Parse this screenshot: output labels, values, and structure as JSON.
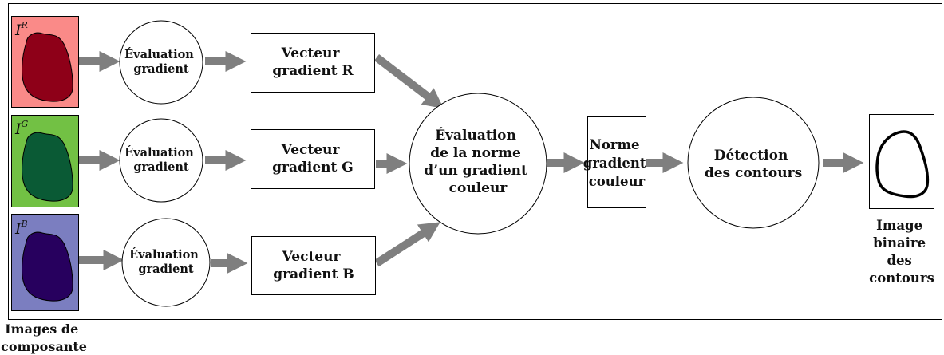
{
  "components": [
    {
      "symbol": "I",
      "superscript": "R",
      "bg_color": "#fa8a88",
      "shape_color": "#8e0018",
      "gradient_node": [
        "Évaluation",
        "gradient"
      ],
      "vector_box": [
        "Vecteur",
        "gradient R"
      ]
    },
    {
      "symbol": "I",
      "superscript": "G",
      "bg_color": "#72c144",
      "shape_color": "#0a5a35",
      "gradient_node": [
        "Évaluation",
        "gradient"
      ],
      "vector_box": [
        "Vecteur",
        "gradient G"
      ]
    },
    {
      "symbol": "I",
      "superscript": "B",
      "bg_color": "#7b7ec0",
      "shape_color": "#27005e",
      "gradient_node": [
        "Évaluation",
        "gradient"
      ],
      "vector_box": [
        "Vecteur",
        "gradient B"
      ]
    }
  ],
  "images_label": [
    "Images de",
    "composante"
  ],
  "norm_eval": [
    "Évaluation",
    "de la norme",
    "d’un gradient",
    "couleur"
  ],
  "norm_box": [
    "Norme",
    "gradient",
    "couleur"
  ],
  "detection": [
    "Détection",
    "des contours"
  ],
  "output_label": [
    "Image",
    "binaire",
    "des",
    "contours"
  ],
  "colors": {
    "arrow": "#7f7f7f",
    "border": "#000000"
  }
}
